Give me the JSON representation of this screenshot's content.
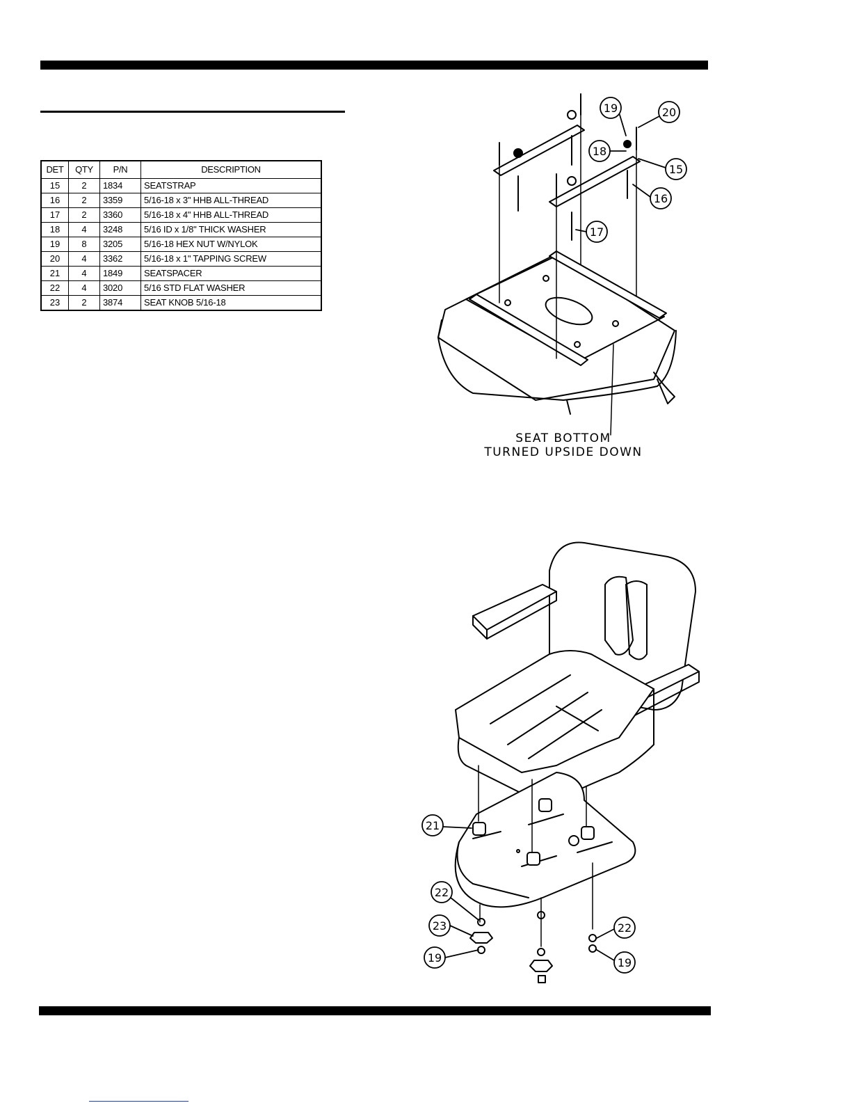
{
  "parts_table": {
    "headers": [
      "DET",
      "QTY",
      "P/N",
      "DESCRIPTION"
    ],
    "rows": [
      {
        "det": "15",
        "qty": "2",
        "pn": "1834",
        "desc": "SEATSTRAP"
      },
      {
        "det": "16",
        "qty": "2",
        "pn": "3359",
        "desc": "5/16-18 x 3\" HHB ALL-THREAD"
      },
      {
        "det": "17",
        "qty": "2",
        "pn": "3360",
        "desc": "5/16-18 x 4\" HHB ALL-THREAD"
      },
      {
        "det": "18",
        "qty": "4",
        "pn": "3248",
        "desc": "5/16 ID x 1/8\" THICK WASHER"
      },
      {
        "det": "19",
        "qty": "8",
        "pn": "3205",
        "desc": "5/16-18 HEX NUT W/NYLOK"
      },
      {
        "det": "20",
        "qty": "4",
        "pn": "3362",
        "desc": "5/16-18 x 1\" TAPPING SCREW"
      },
      {
        "det": "21",
        "qty": "4",
        "pn": "1849",
        "desc": "SEATSPACER"
      },
      {
        "det": "22",
        "qty": "4",
        "pn": "3020",
        "desc": "5/16 STD FLAT WASHER"
      },
      {
        "det": "23",
        "qty": "2",
        "pn": "3874",
        "desc": "SEAT KNOB 5/16-18"
      }
    ]
  },
  "figure_top": {
    "caption_line1": "SEAT BOTTOM",
    "caption_line2": "TURNED UPSIDE DOWN",
    "callouts": [
      "19",
      "20",
      "18",
      "15",
      "16",
      "17"
    ]
  },
  "figure_bottom": {
    "callouts": [
      "21",
      "22",
      "23",
      "19",
      "22",
      "19"
    ]
  }
}
